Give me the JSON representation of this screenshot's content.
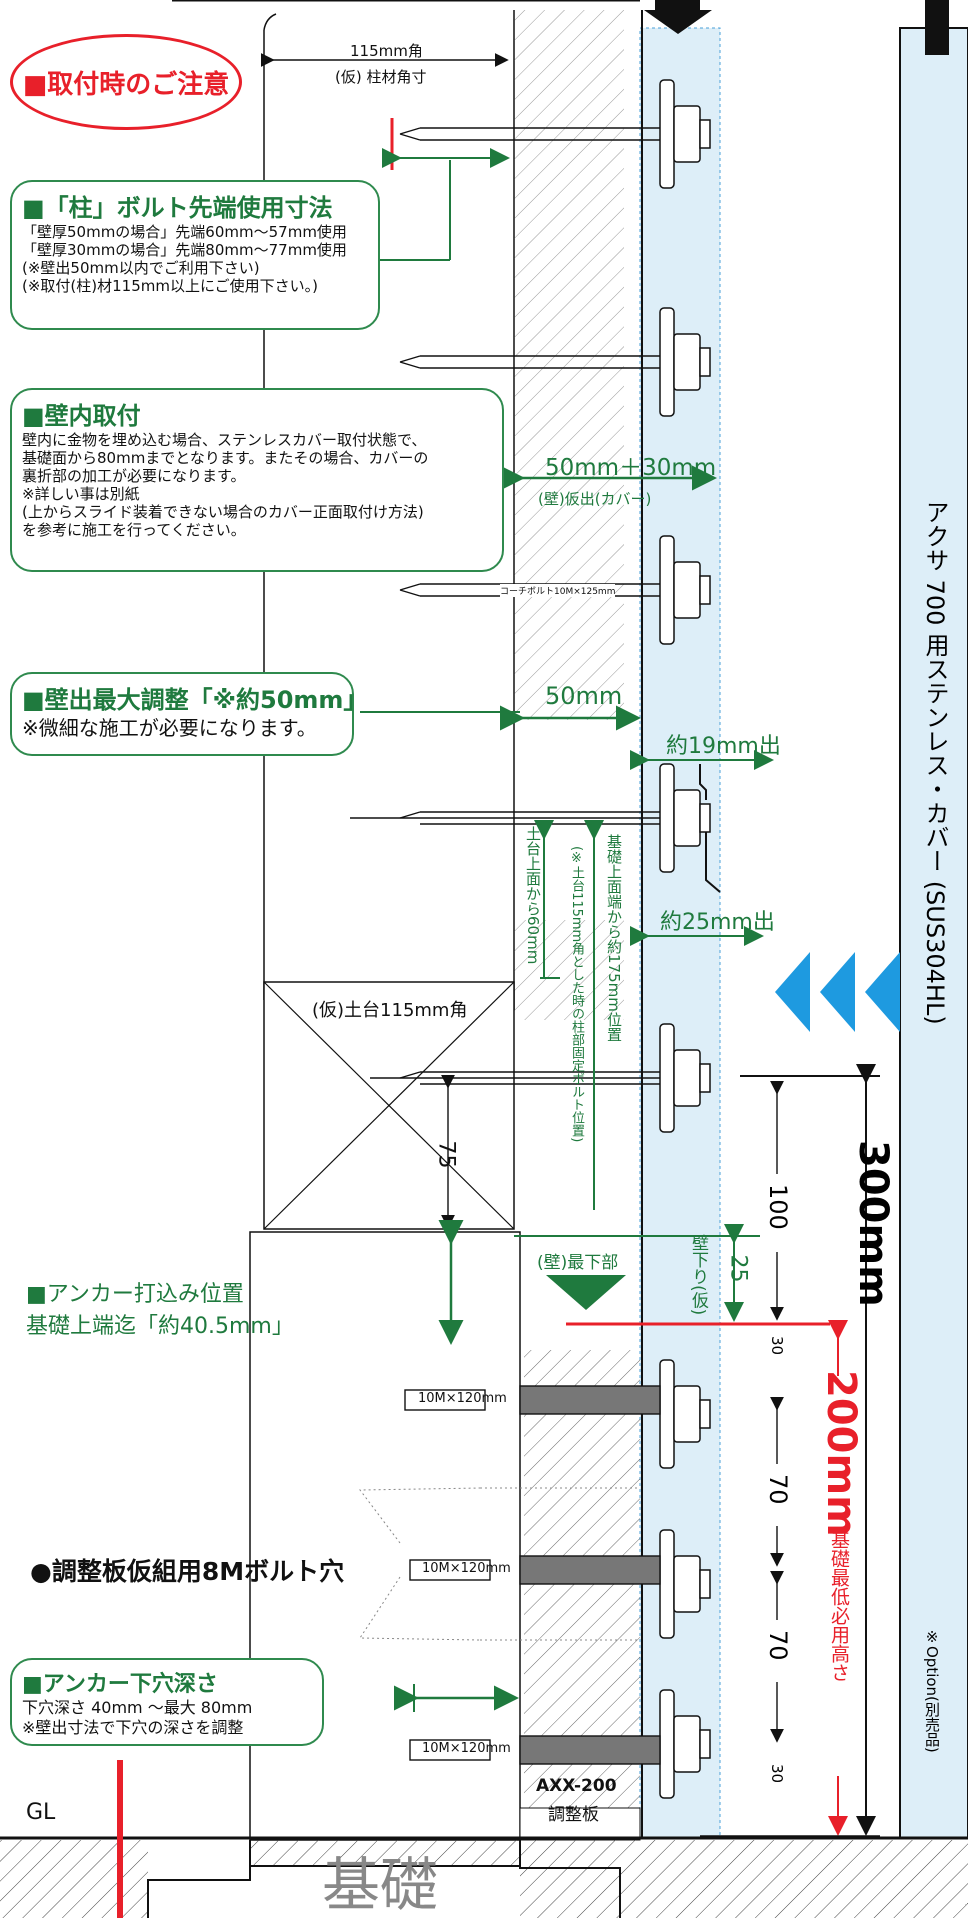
{
  "caution": "■取付時のご注意",
  "post_dim": {
    "top": "115mm角",
    "bottom": "(仮) 柱材角寸"
  },
  "bolt_tip_box": {
    "title": "■「柱」ボルト先端使用寸法",
    "lines": [
      "「壁厚50mmの場合」先端60mm〜57mm使用",
      "「壁厚30mmの場合」先端80mm〜77mm使用",
      "(※壁出50mm以内でご利用下さい)",
      "(※取付(柱)材115mm以上にご使用下さい。)"
    ]
  },
  "wall_inside_box": {
    "title": "■壁内取付",
    "lines": [
      "壁内に金物を埋め込む場合、ステンレスカバー取付状態で、",
      "基礎面から80mmまでとなります。またその場合、カバーの",
      "裏折部の加工が必要になります。",
      "※詳しい事は別紙",
      "(上からスライド装着できない場合のカバー正面取付け方法)",
      "を参考に施工を行ってください。"
    ]
  },
  "wall_offset": {
    "main": "50mm＋30mm",
    "sub": "(壁)仮出(カバー)"
  },
  "coach_bolt": "コーチボルト10M×125mm",
  "max_adjust_box": {
    "title": "■壁出最大調整「※約50mm」",
    "note": "※微細な施工が必要になります。"
  },
  "dim_50": "50mm",
  "proj_19": "約19mm出",
  "proj_25": "約25mm出",
  "sill_vertical": "土台上面から60mm",
  "bolt_pos_vertical": "基礎上面端から約175mm位置",
  "bolt_pos_sub_vertical": "(※土台115mm角とした時の柱部固定ボルト位置)",
  "sill_label": "(仮)土台115mm角",
  "dim_75": "75",
  "wall_bottom": "(壁)最下部",
  "wall_down": "壁下り(仮)",
  "dim_25": "25",
  "anchor_pos_box": {
    "title": "■アンカー打込み位置",
    "line": "基礎上端迄「約40.5mm」"
  },
  "anchor_tag": "10M×120mm",
  "adjust_bolt_hole": "●調整板仮組用8Mボルト穴",
  "anchor_depth_box": {
    "title": "■アンカー下穴深さ",
    "lines": [
      "下穴深さ 40mm 〜最大 80mm",
      "※壁出寸法で下穴の深さを調整"
    ]
  },
  "plate_model": "AXX-200",
  "plate_name": "調整板",
  "gl": "GL",
  "foundation": "基礎",
  "product": "アクサ 700 用ステンレス・カバー (SUS304HL)",
  "option_note": "※Option(別売品)",
  "dims": {
    "d300": "300mm",
    "d200": "200mm",
    "min_height": "基礎最低必用高さ",
    "d100": "100",
    "d70a": "70",
    "d70b": "70",
    "d30a": "30",
    "d30b": "30"
  },
  "colors": {
    "green": "#1f7a3e",
    "red": "#e8202a",
    "blue": "#1e9ae0",
    "cover": "#ddeef8"
  }
}
